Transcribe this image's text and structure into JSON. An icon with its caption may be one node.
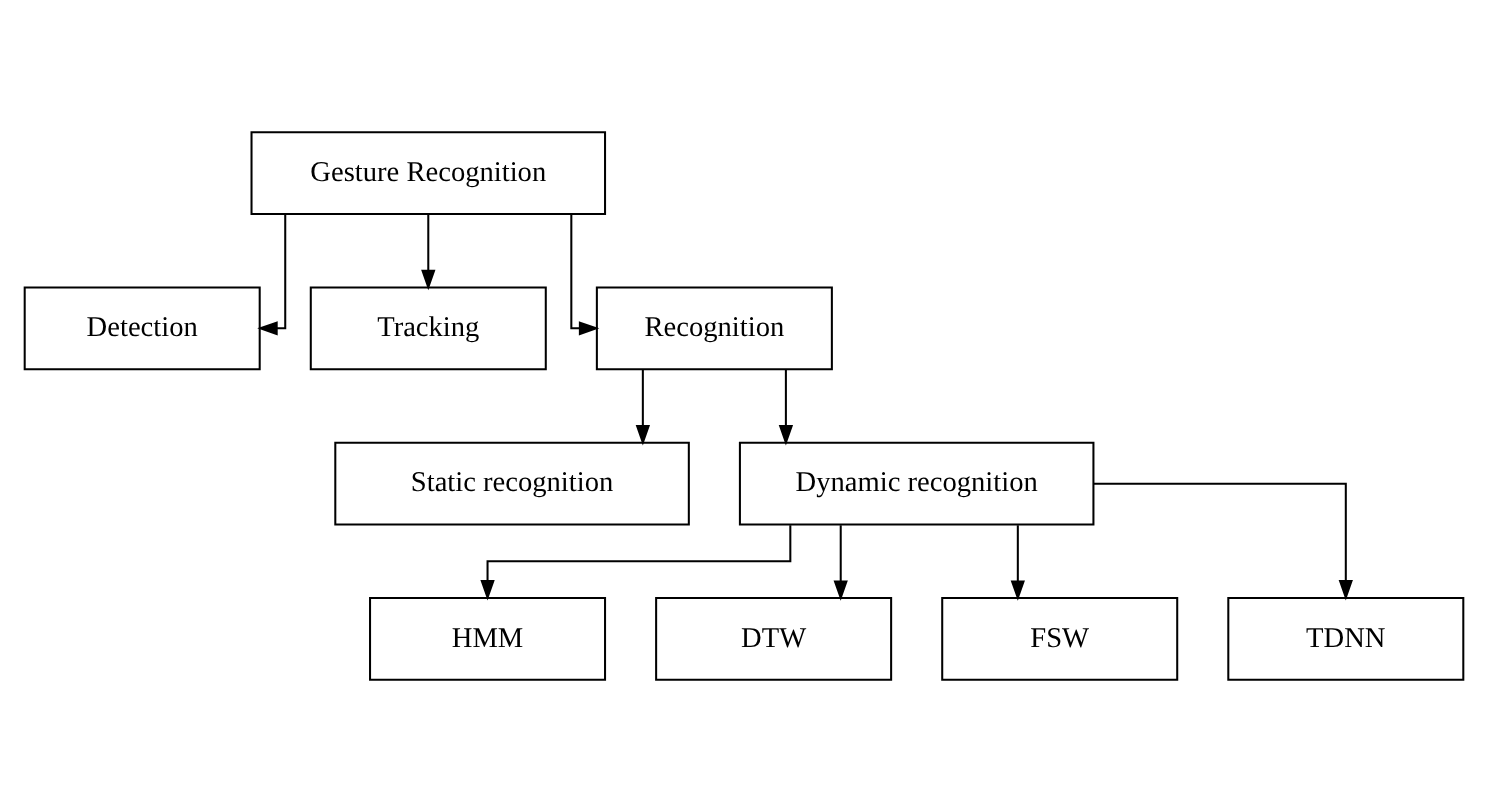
{
  "diagram": {
    "nodes": [
      {
        "text": [
          "Gesture Recognition"
        ]
      },
      {
        "text": [
          "Detection"
        ]
      },
      {
        "text": [
          "Tracking"
        ]
      },
      {
        "text": [
          "Recognition"
        ]
      },
      {
        "text": [
          "Static recognition"
        ]
      },
      {
        "text": [
          "Dynamic recognition"
        ]
      },
      {
        "text": [
          "HMM"
        ]
      },
      {
        "text": [
          "DTW"
        ]
      },
      {
        "text": [
          "FSW"
        ]
      },
      {
        "text": [
          "TDNN"
        ]
      }
    ],
    "edges": [
      {
        "from": 0,
        "to": 1,
        "arrow": "to"
      },
      {
        "from": 0,
        "to": 2,
        "arrow": "to"
      },
      {
        "from": 0,
        "to": 3,
        "arrow": "to"
      },
      {
        "from": 3,
        "to": 4,
        "arrow": "to"
      },
      {
        "from": 3,
        "to": 5,
        "arrow": "to"
      },
      {
        "from": 5,
        "to": 6,
        "arrow": "to"
      },
      {
        "from": 5,
        "to": 7,
        "arrow": "to"
      },
      {
        "from": 5,
        "to": 8,
        "arrow": "to"
      },
      {
        "from": 5,
        "to": 9,
        "arrow": "to"
      }
    ]
  }
}
